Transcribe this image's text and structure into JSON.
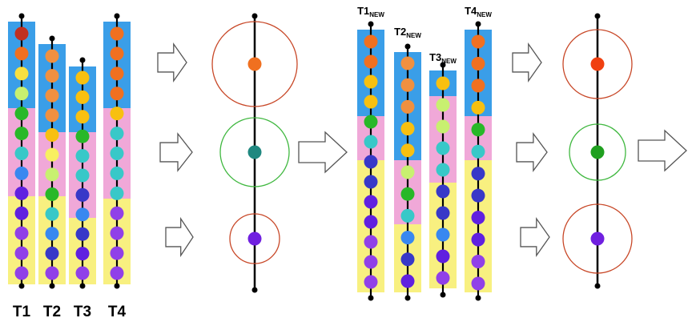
{
  "colors": {
    "band_top": "#3a9ee8",
    "band_mid": "#f0a8d8",
    "band_bottom": "#f8f080",
    "red_ring": "#c84828",
    "green_ring": "#40b840",
    "arrow_fill": "#ffffff",
    "arrow_stroke": "#555555"
  },
  "left_columns": [
    {
      "label": "T1",
      "sub": "",
      "dots": [
        "#c03020",
        "#f07020",
        "#f8e040",
        "#c8f070",
        "#28b828",
        "#28b828",
        "#38c8c8",
        "#3888f0",
        "#6020e0",
        "#6020e0",
        "#9040e8",
        "#9040e8",
        "#9040e8"
      ]
    },
    {
      "label": "T2",
      "sub": "",
      "dots": [
        "#f09040",
        "#f09040",
        "#f09040",
        "#f09040",
        "#f8c010",
        "#f8f060",
        "#c8f070",
        "#28b828",
        "#38c8c8",
        "#3888f0",
        "#3838c8",
        "#9040e8"
      ]
    },
    {
      "label": "T3",
      "sub": "",
      "dots": [
        "#f8c010",
        "#f8c010",
        "#f8c010",
        "#28b828",
        "#38c8c8",
        "#38c8c8",
        "#3838c8",
        "#3888f0",
        "#3838c8",
        "#6020e0",
        "#9040e8"
      ]
    },
    {
      "label": "T4",
      "sub": "",
      "dots": [
        "#f07020",
        "#f07020",
        "#f07020",
        "#f07020",
        "#f8c010",
        "#38c8c8",
        "#38c8c8",
        "#38c8c8",
        "#38c8c8",
        "#9040e8",
        "#9040e8",
        "#9040e8",
        "#9040e8"
      ]
    }
  ],
  "right_columns": [
    {
      "label": "T1",
      "sub": "NEW",
      "dots": [
        "#f07020",
        "#f07020",
        "#f8c010",
        "#f8c010",
        "#28b828",
        "#38c8c8",
        "#3838c8",
        "#3838c8",
        "#6020e0",
        "#6020e0",
        "#9040e8",
        "#9040e8",
        "#9040e8"
      ]
    },
    {
      "label": "T2",
      "sub": "NEW",
      "dots": [
        "#f09040",
        "#f09040",
        "#f09040",
        "#f8c010",
        "#f8c010",
        "#c8f070",
        "#28b828",
        "#38c8c8",
        "#3888f0",
        "#3838c8",
        "#6020e0"
      ]
    },
    {
      "label": "T3",
      "sub": "NEW",
      "dots": [
        "#f8c010",
        "#c8f070",
        "#c8f070",
        "#38c8c8",
        "#38c8c8",
        "#3838c8",
        "#3838c8",
        "#3888f0",
        "#6020e0",
        "#9040e8"
      ]
    },
    {
      "label": "T4",
      "sub": "NEW",
      "dots": [
        "#f07020",
        "#f07020",
        "#f07020",
        "#f8c010",
        "#28b828",
        "#38c8c8",
        "#3838c8",
        "#3838c8",
        "#6020e0",
        "#6020e0",
        "#9040e8",
        "#9040e8"
      ]
    }
  ],
  "centroids_1": [
    {
      "ring": "red",
      "dot": "#f07020"
    },
    {
      "ring": "green",
      "dot": "#208880"
    },
    {
      "ring": "red",
      "dot": "#7020e0"
    }
  ],
  "centroids_2": [
    {
      "ring": "red",
      "dot": "#f04010"
    },
    {
      "ring": "green",
      "dot": "#20a020"
    },
    {
      "ring": "red",
      "dot": "#7020e0"
    }
  ]
}
